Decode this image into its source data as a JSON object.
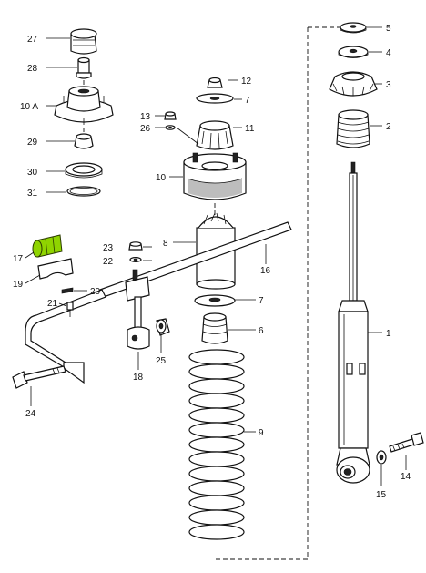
{
  "diagram": {
    "labels": {
      "p1": "1",
      "p2": "2",
      "p3": "3",
      "p4": "4",
      "p5": "5",
      "p6": "6",
      "p7a": "7",
      "p7b": "7",
      "p8": "8",
      "p9": "9",
      "p10": "10",
      "p10a": "10 A",
      "p11": "11",
      "p12": "12",
      "p13": "13",
      "p14": "14",
      "p15": "15",
      "p16": "16",
      "p17": "17",
      "p18": "18",
      "p19": "19",
      "p20": "20",
      "p21": "21",
      "p22": "22",
      "p23": "23",
      "p24": "24",
      "p25": "25",
      "p26": "26",
      "p27": "27",
      "p28": "28",
      "p29": "29",
      "p30": "30",
      "p31": "31"
    },
    "highlight_color": "#8fd400"
  }
}
